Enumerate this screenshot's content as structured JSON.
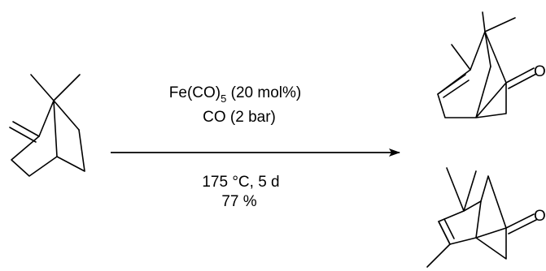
{
  "reagents": {
    "catalyst": "Fe(CO)",
    "catalyst_subscript": "5",
    "catalyst_loading": " (20 mol%)",
    "gas": "CO (2 bar)"
  },
  "conditions": {
    "temperature_time": "175 °C, 5 d",
    "yield": "77 %"
  },
  "atoms": {
    "product_1_oxygen": "O",
    "product_2_oxygen": "O"
  },
  "colors": {
    "ink": "#000000",
    "background": "#ffffff"
  }
}
